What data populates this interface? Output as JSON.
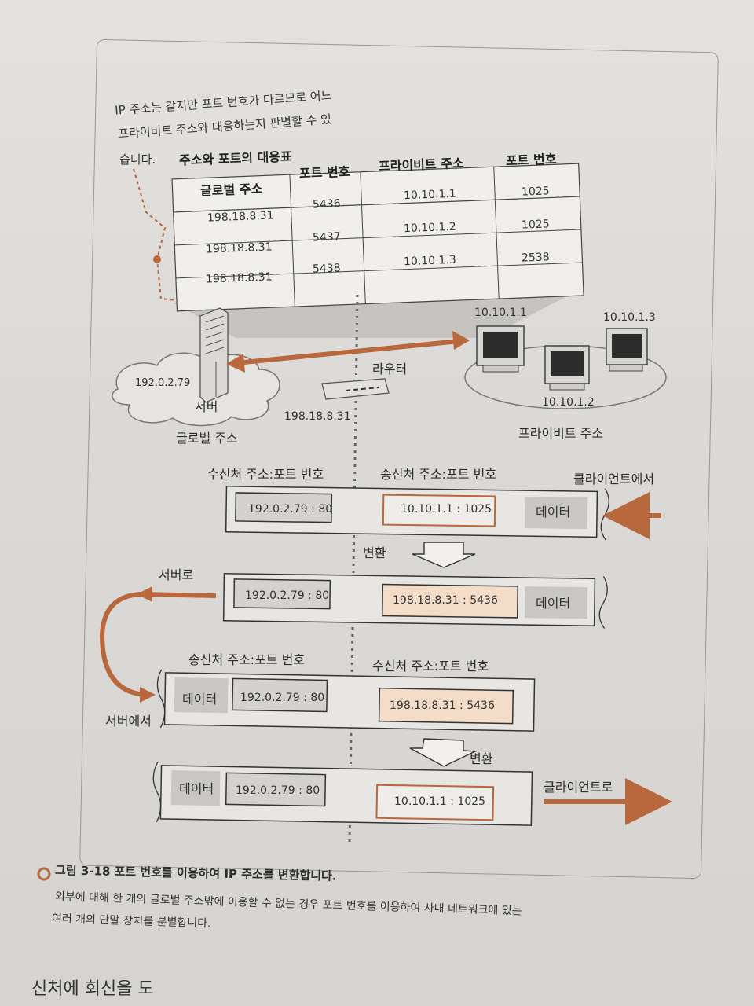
{
  "note": {
    "line1": "IP 주소는 같지만 포트 번호가 다르므로 어느",
    "line2": "프라이비트 주소와 대응하는지 판별할 수 있",
    "line3": "습니다."
  },
  "table": {
    "title": "주소와 포트의 대응표",
    "headers": [
      "글로벌 주소",
      "포트 번호",
      "프라이비트 주소",
      "포트 번호"
    ],
    "rows": [
      [
        "198.18.8.31",
        "5436",
        "10.10.1.1",
        "1025"
      ],
      [
        "198.18.8.31",
        "5437",
        "10.10.1.2",
        "1025"
      ],
      [
        "198.18.8.31",
        "5438",
        "10.10.1.3",
        "2538"
      ]
    ]
  },
  "network": {
    "server_ip": "192.0.2.79",
    "server_label": "서버",
    "global_label": "글로벌 주소",
    "router_label": "라우터",
    "router_ip": "198.18.8.31",
    "pc1": "10.10.1.1",
    "pc2": "10.10.1.2",
    "pc3": "10.10.1.3",
    "private_label": "프라이비트 주소"
  },
  "packets": {
    "dest_header": "수신처 주소:포트 번호",
    "src_header": "송신처 주소:포트 번호",
    "from_client": "클라이언트에서",
    "to_server": "서버로",
    "from_server": "서버에서",
    "to_client": "클라이언트로",
    "convert": "변환",
    "data": "데이터",
    "p1_dest": "192.0.2.79 : 80",
    "p1_src": "10.10.1.1 : 1025",
    "p2_dest": "192.0.2.79 : 80",
    "p2_src": "198.18.8.31 : 5436",
    "p3_src_header": "송신처 주소:포트 번호",
    "p3_dest_header": "수신처 주소:포트 번호",
    "p3_src": "192.0.2.79 : 80",
    "p3_dest": "198.18.8.31 : 5436",
    "p4_src": "192.0.2.79 : 80",
    "p4_dest": "10.10.1.1 : 1025"
  },
  "caption": {
    "title": "그림 3-18 포트 번호를 이용하여 IP 주소를 변환합니다.",
    "line1": "외부에 대해 한 개의 글로벌 주소밖에 이용할 수 없는 경우 포트 번호를 이용하여 사내 네트워크에 있는",
    "line2": "여러 개의 단말 장치를 분별합니다."
  },
  "bottom": {
    "text": "신처에 회신을 도"
  },
  "colors": {
    "accent": "#b8683c",
    "box_fill": "#f3dcc8",
    "gray_fill": "#c9c7c3"
  }
}
